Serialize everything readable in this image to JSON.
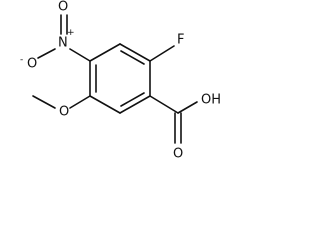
{
  "molecule": {
    "name": "2-fluoro-5-methoxy-4-nitrobenzoic acid",
    "atoms": {
      "fluorine": "F",
      "hydroxyl": "OH",
      "carbonyl_oxygen": "O",
      "nitro_nitrogen": "N",
      "nitro_nitrogen_charge": "+",
      "nitro_oxygen_top": "O",
      "nitro_oxygen_left": "O",
      "nitro_oxygen_left_charge": "-",
      "methoxy_oxygen": "O"
    }
  }
}
